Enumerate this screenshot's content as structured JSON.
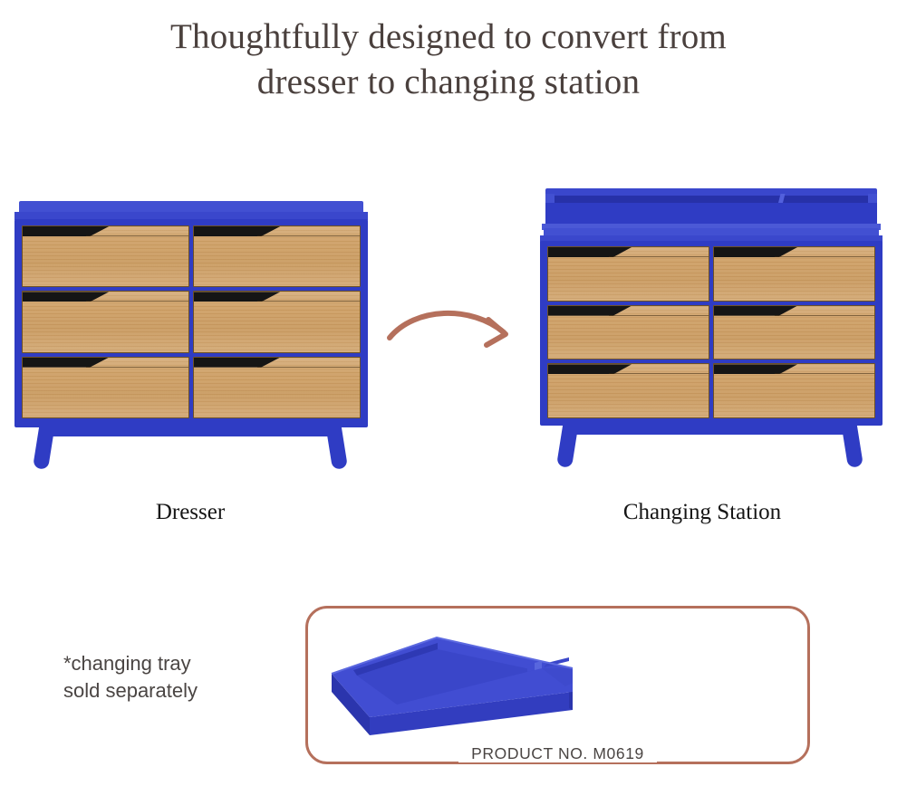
{
  "headline": {
    "line1": "Thoughtfully designed to convert from",
    "line2": "dresser to changing station",
    "color": "#4a403d"
  },
  "products": {
    "dresser": {
      "caption": "Dresser",
      "frame_color": "#2f3cc4",
      "drawer_color": "#cfa066",
      "drawer_count": 6,
      "drawer_columns": 2,
      "drawer_rows": 3
    },
    "changing_station": {
      "caption": "Changing Station",
      "frame_color": "#2f3cc4",
      "drawer_color": "#cfa066",
      "drawer_count": 6,
      "drawer_columns": 2,
      "drawer_rows": 3,
      "has_changing_tray": true
    }
  },
  "arrow": {
    "name": "convert-arrow",
    "color": "#b5705c",
    "direction": "left-to-right"
  },
  "footnote": {
    "line1": "*changing tray",
    "line2": "sold separately"
  },
  "callout": {
    "product_number": "PRODUCT NO. M0619",
    "border_color": "#b5705c",
    "tray_color": "#3a47cc"
  },
  "icons": {
    "drawer_handle": "drawer-handle-notch",
    "tray_divider": "tray-divider"
  }
}
